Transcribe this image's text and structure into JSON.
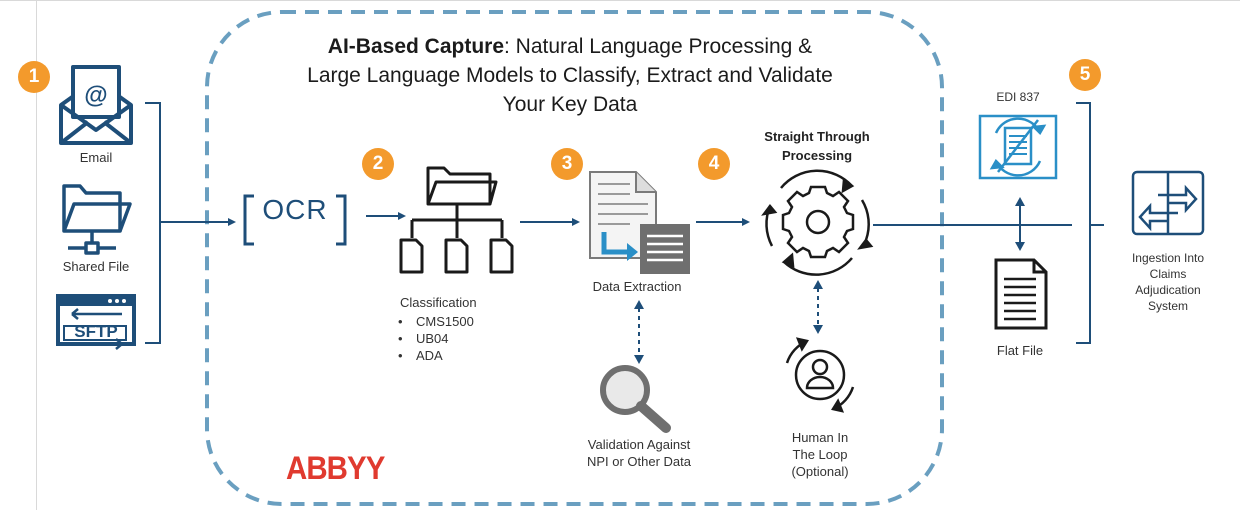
{
  "title": {
    "bold": "AI-Based Capture",
    "rest_line1": ": Natural Language Processing &",
    "line2": "Large Language Models to Classify,  Extract and Validate",
    "line3": "Your Key Data"
  },
  "steps": [
    "1",
    "2",
    "3",
    "4",
    "5"
  ],
  "sources": {
    "email": "Email",
    "shared_file": "Shared File",
    "sftp": "SFTP"
  },
  "ocr": "OCR",
  "classification": {
    "label": "Classification",
    "items": [
      "CMS1500",
      "UB04",
      "ADA"
    ]
  },
  "data_extraction": "Data Extraction",
  "validation": {
    "line1": "Validation Against",
    "line2": "NPI or Other Data"
  },
  "stp": {
    "line1": "Straight Through",
    "line2": "Processing"
  },
  "human": {
    "line1": "Human In",
    "line2": "The Loop",
    "line3": "(Optional)"
  },
  "edi": "EDI 837",
  "flat_file": "Flat File",
  "ingestion": {
    "line1": "Ingestion  Into",
    "line2": "Claims",
    "line3": "Adjudication",
    "line4": "System"
  },
  "brand": "ABBYY",
  "colors": {
    "accent": "#1e4e79",
    "dashed_border": "#6a9fc0",
    "badge": "#f39a2c",
    "brand": "#e03a2f",
    "ediblue": "#2a8fc7"
  }
}
